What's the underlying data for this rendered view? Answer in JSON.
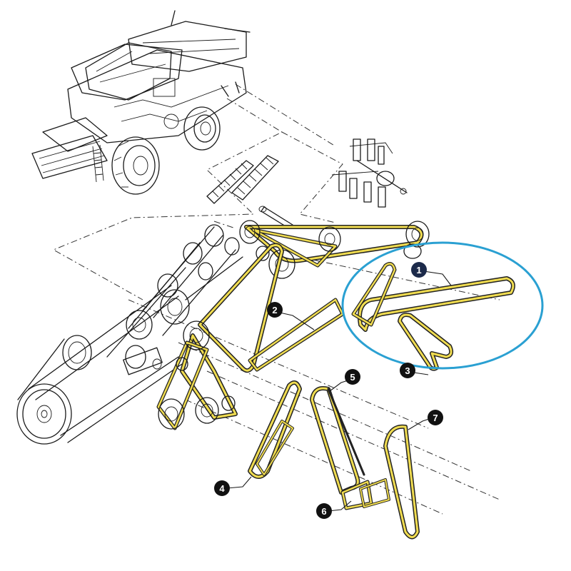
{
  "colors": {
    "belt_fill": "#f0dc50",
    "belt_outline": "#222222",
    "highlight_ellipse": "#2aa0d2",
    "callout_fill": "#111111",
    "callout_highlight_fill": "#1c2a4a",
    "callout_text": "#ffffff",
    "line_art": "#1a1a1a"
  },
  "callouts": [
    {
      "id": "1",
      "label": "1",
      "highlighted": true
    },
    {
      "id": "2",
      "label": "2",
      "highlighted": false
    },
    {
      "id": "3",
      "label": "3",
      "highlighted": false
    },
    {
      "id": "4",
      "label": "4",
      "highlighted": false
    },
    {
      "id": "5",
      "label": "5",
      "highlighted": false
    },
    {
      "id": "6",
      "label": "6",
      "highlighted": false
    },
    {
      "id": "7",
      "label": "7",
      "highlighted": false
    }
  ],
  "icons": [
    "combine-harvester-icon",
    "chopper-rotor-icon",
    "sieve-icon",
    "pulley-icon",
    "belt-icon"
  ]
}
